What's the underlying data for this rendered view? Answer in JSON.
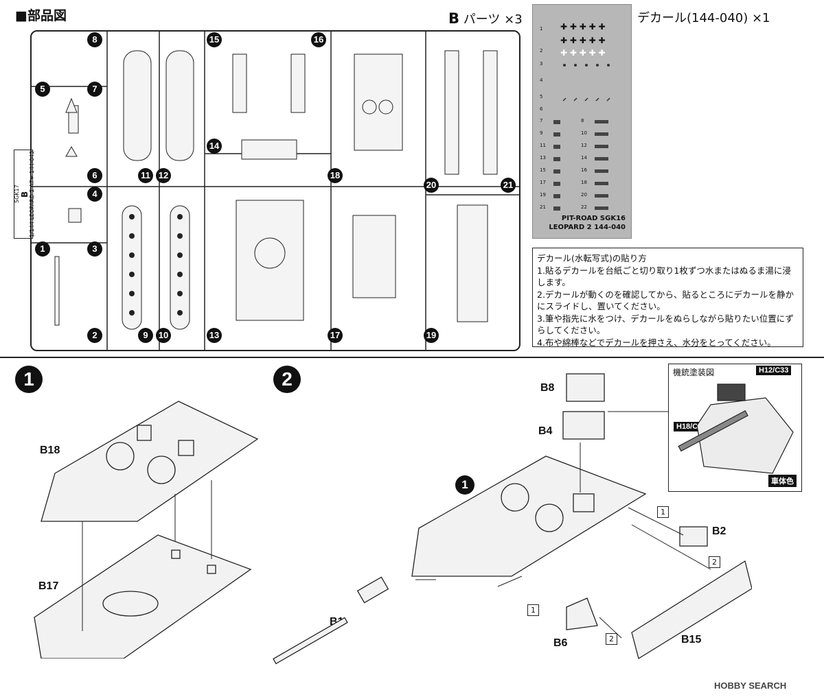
{
  "header": {
    "title": "■部品図",
    "b_parts": "パーツ ×3",
    "b_letter": "B",
    "decal_title": "デカール(144-040) ×1"
  },
  "sprue_tab": {
    "lines": [
      "SGK17",
      "B",
      "1/144 LEOPARD 2 A7+ 144-043"
    ]
  },
  "sprue_numbers": [
    "8",
    "5",
    "7",
    "6",
    "4",
    "1",
    "3",
    "2",
    "11",
    "12",
    "9",
    "10",
    "15",
    "16",
    "14",
    "13",
    "18",
    "17",
    "20",
    "21",
    "19"
  ],
  "decal_sheet": {
    "row_numbers_left": [
      "1",
      "2",
      "3",
      "4",
      "5",
      "6"
    ],
    "pair_labels": [
      [
        "7",
        "8"
      ],
      [
        "9",
        "10"
      ],
      [
        "11",
        "12"
      ],
      [
        "13",
        "14"
      ],
      [
        "15",
        "16"
      ],
      [
        "17",
        "18"
      ],
      [
        "19",
        "20"
      ],
      [
        "21",
        "22"
      ]
    ],
    "caption": [
      "PIT-ROAD SGK16",
      "LEOPARD 2  144-040"
    ]
  },
  "instructions": {
    "title": "デカール(水転写式)の貼り方",
    "steps": [
      "1.貼るデカールを台紙ごと切り取り1枚ずつ水またはぬるま湯に浸します。",
      "2.デカールが動くのを確認してから、貼るところにデカールを静かにスライドし、置いてください。",
      "3.筆や指先に水をつけ、デカールをぬらしながら貼りたい位置にずらしてください。",
      "4.布や綿棒などでデカールを押さえ、水分をとってください。"
    ]
  },
  "step1": {
    "number": "1",
    "labels": {
      "b18": "B18",
      "b17": "B17"
    }
  },
  "step2": {
    "number": "2",
    "ref": "1",
    "labels": {
      "b8": "B8",
      "b4": "B4",
      "b2": "B2",
      "b1": "B1",
      "b6": "B6",
      "b15": "B15"
    },
    "order_marks": [
      "1",
      "2",
      "1",
      "2"
    ]
  },
  "mg_inset": {
    "title": "機銃塗装図",
    "colors": [
      "H12/C33",
      "H18/C28",
      "車体色"
    ]
  },
  "footer": {
    "watermark": "HOBBY SEARCH"
  }
}
